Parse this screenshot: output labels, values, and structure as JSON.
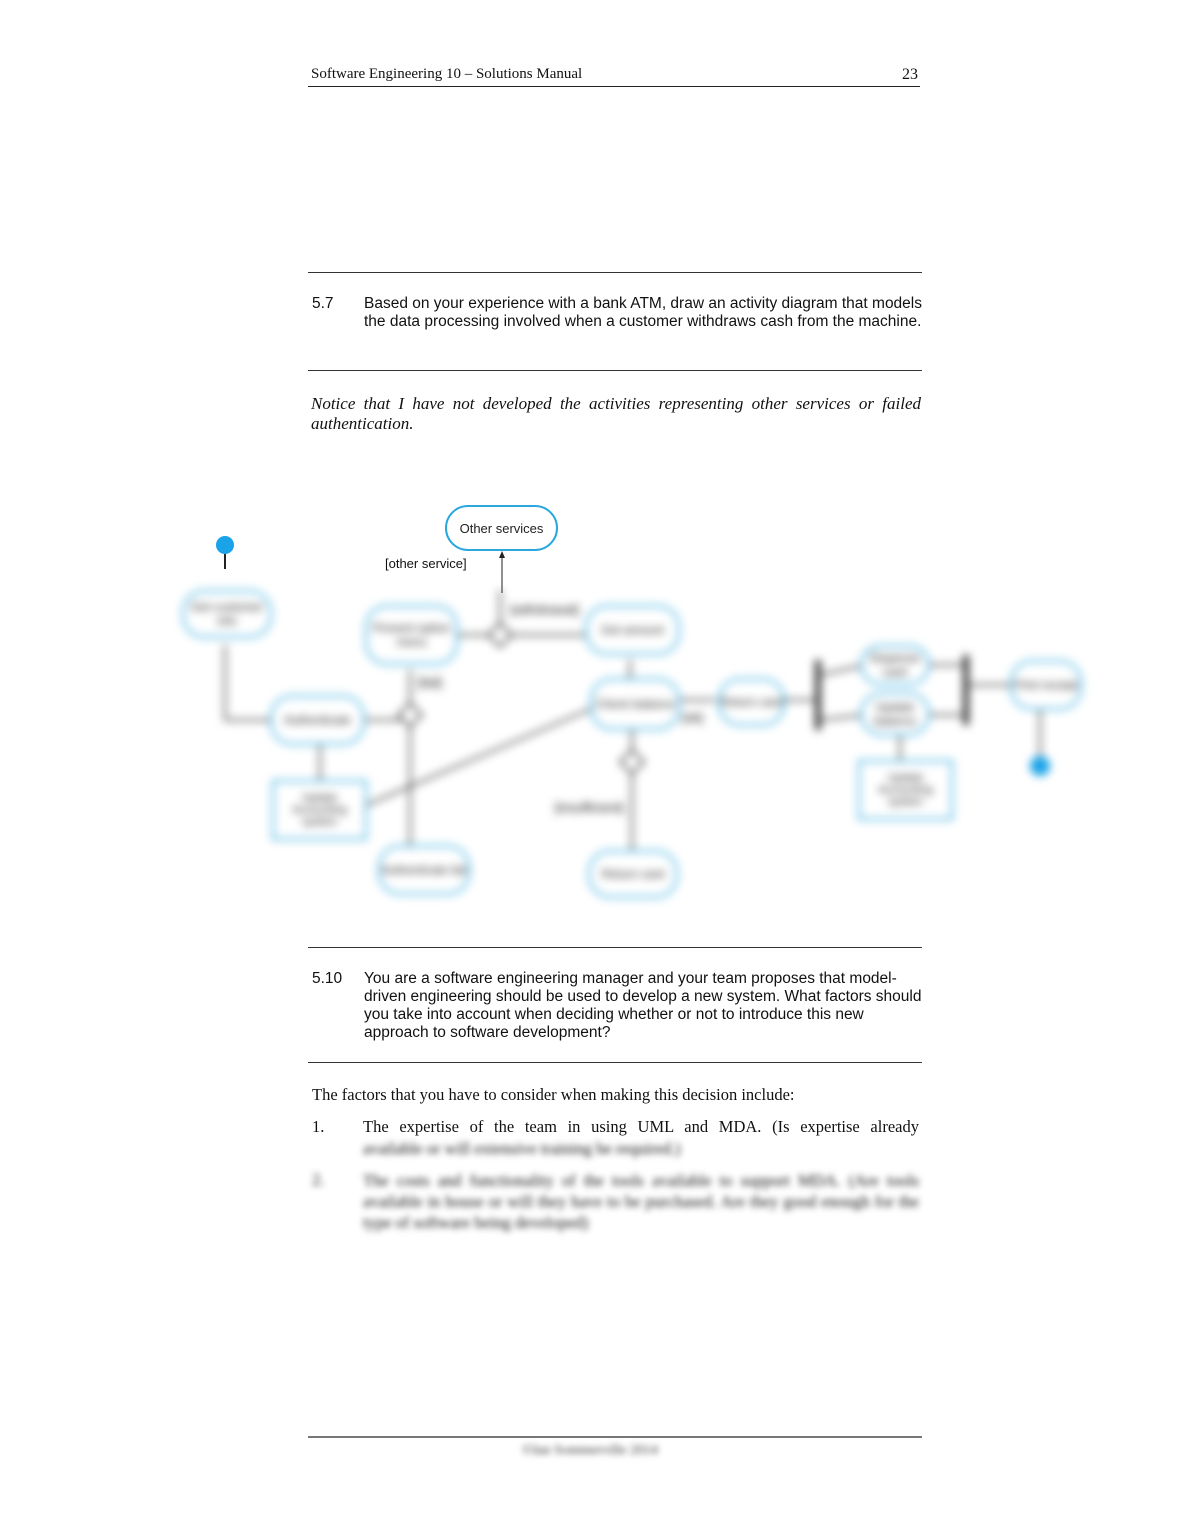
{
  "header": {
    "title": "Software Engineering 10 – Solutions Manual",
    "page_number": "23"
  },
  "question_5_7": {
    "number": "5.7",
    "text": "Based on your experience with a bank ATM, draw an activity diagram that models the data processing involved when a customer withdraws cash from the machine."
  },
  "answer_5_7": {
    "note": "Notice that I have not developed the activities representing other services or failed authentication."
  },
  "diagram": {
    "other_services": "Other services",
    "other_service_guard": "[other service]",
    "nodes": {
      "get_customer_info": "Get customer info",
      "authenticate": "Authenticate",
      "update_accounting": "Update Accounting system",
      "present_options": "Present option menu",
      "withdrawal_guard": "[withdrawal]",
      "fail_guard": "[fail]",
      "get_amount": "Get amount",
      "check_balance": "Check balance",
      "ok_guard": "[ok]",
      "return_card": "Return card",
      "dispense_cash": "Dispense cash",
      "update_balance": "Update balance",
      "print_receipt": "Print receipt",
      "update_accounting_2": "Update Accounting system",
      "insufficient_guard": "[insufficient]",
      "return_card_2": "Return card",
      "authenticate_fail": "Authenticate fail"
    },
    "colors": {
      "accent": "#29a7de"
    }
  },
  "question_5_10": {
    "number": "5.10",
    "text": "You are a software engineering manager and your team proposes that model-driven engineering should be used to develop a new system. What factors should you take into account when deciding whether or not to introduce this new approach to software development?"
  },
  "answer_5_10": {
    "intro": "The factors that you have to consider when making this decision include:",
    "items": [
      {
        "num": "1.",
        "text": "The expertise of the team in using UML and MDA. (Is expertise already",
        "continuation": "available or will extensive training be required.)"
      },
      {
        "num": "2.",
        "text": "The costs and functionality of the tools available to support MDA. (Are tools available in house or will they have to be purchased. Are they good enough for the type of software being developed)"
      }
    ]
  },
  "footer": {
    "text": "©Ian Sommerville 2014"
  }
}
